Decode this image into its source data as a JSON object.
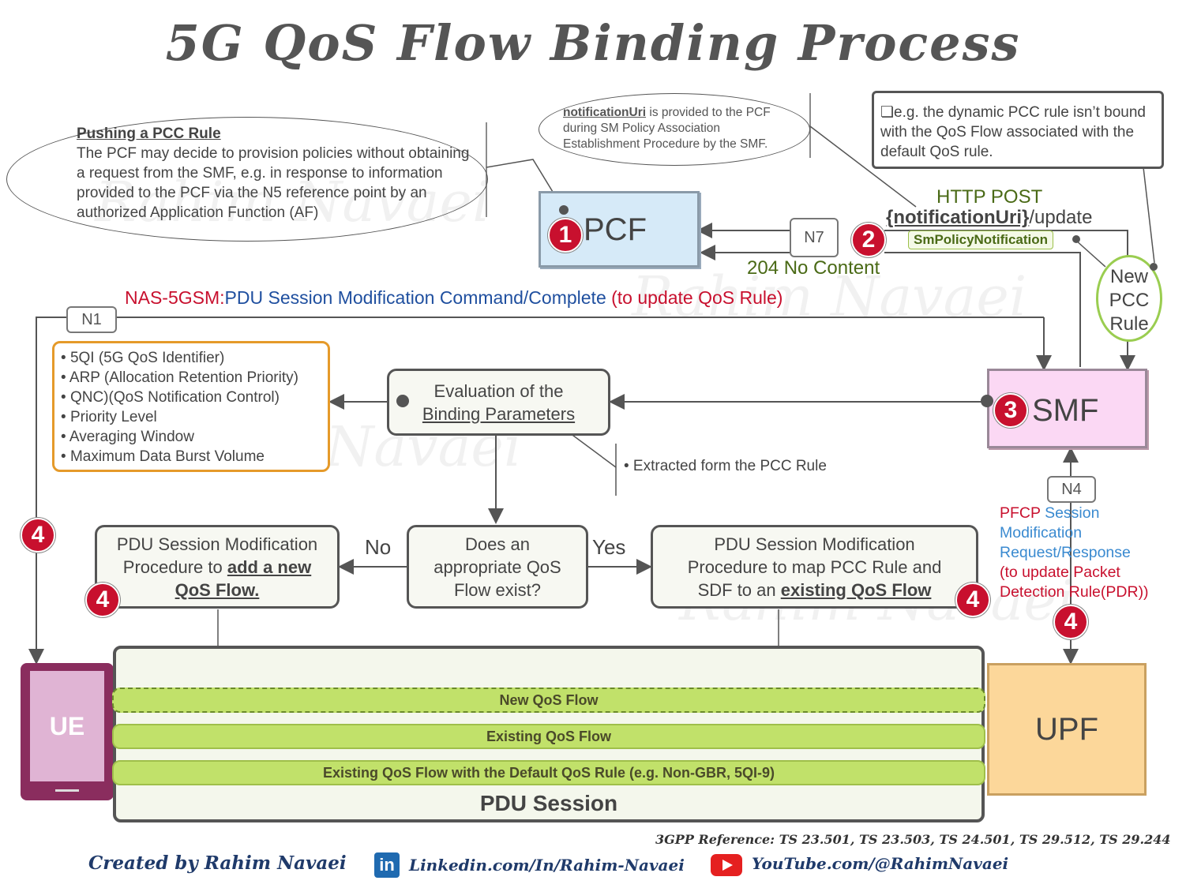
{
  "title": "5G QoS Flow Binding Process",
  "colors": {
    "red": "#c8102e",
    "flow_green": "#c1e16a",
    "pcf_blue": "#d6eaf8",
    "smf_pink": "#fbd8f4",
    "upf_orange": "#fcd79a",
    "ue_purple": "#8a2d5e",
    "orange_border": "#e59a2a"
  },
  "callouts": {
    "pushing": {
      "title": "Pushing a PCC Rule",
      "body": "The PCF may decide to provision policies without obtaining a request from the SMF, e.g. in response to information provided to the PCF via the N5 reference point by an authorized Application Function (AF)"
    },
    "notification": {
      "term": "notificationUri",
      "rest": " is provided to the PCF during SM Policy Association Establishment  Procedure by the SMF."
    },
    "example": "e.g. the dynamic PCC rule isn’t bound with the QoS Flow associated with the default QoS rule."
  },
  "nodes": {
    "pcf": "PCF",
    "smf": "SMF",
    "upf": "UPF",
    "ue": "UE",
    "new_pcc_rule": [
      "New",
      "PCC",
      "Rule"
    ],
    "evaluation": {
      "line1": "Evaluation of the",
      "line2": "Binding Parameters"
    },
    "decision": {
      "line1": "Does an",
      "line2": "appropriate QoS",
      "line3": "Flow exist?"
    },
    "add_new": {
      "line1": "PDU Session Modification",
      "line2a": "Procedure to ",
      "line2b": "add a new",
      "line3": "QoS Flow."
    },
    "map_existing": {
      "line1": "PDU Session Modification",
      "line2": "Procedure to map PCC Rule and",
      "line3a": "SDF to an ",
      "line3b": "existing QoS Flow"
    }
  },
  "params": [
    "5QI (5G QoS Identifier)",
    "ARP (Allocation Retention Priority)",
    "QNC)(QoS Notification Control)",
    "Priority Level",
    "Averaging Window",
    "Maximum  Data Burst Volume"
  ],
  "param_bullet": "•",
  "extracted_note": "• Extracted form the PCC Rule",
  "interfaces": {
    "n7": "N7",
    "n1": "N1",
    "n4": "N4"
  },
  "badges": {
    "one": "1",
    "two": "2",
    "three": "3",
    "four": "4"
  },
  "http": {
    "line1": "HTTP POST",
    "uri": "{notificationUri}",
    "suffix": "/update",
    "tag": "SmPolicyNotification",
    "response": "204 No Content"
  },
  "nas": {
    "prefix": "NAS-5GSM:",
    "cmd": "PDU Session Modification Command/Complete",
    "suffix": " (to update QoS Rule)"
  },
  "pfcp": {
    "a": "PFCP ",
    "b": "Session",
    "c": "Modification",
    "d": "Request/Response",
    "e": "(to update Packet",
    "f": "Detection Rule(PDR))"
  },
  "decision_labels": {
    "no": "No",
    "yes": "Yes"
  },
  "flows": [
    "New QoS Flow",
    "Existing QoS Flow",
    "Existing QoS Flow with the Default QoS Rule (e.g. Non-GBR, 5QI-9)"
  ],
  "pdu_session": "PDU Session",
  "reference": "3GPP Reference: TS 23.501, TS 23.503, TS 24.501, TS 29.512, TS 29.244",
  "footer": {
    "creator": "Created by Rahim Navaei",
    "linkedin_icon": "in",
    "linkedin": "Linkedin.com/In/Rahim-Navaei",
    "youtube": "YouTube.com/@RahimNavaei"
  },
  "watermark": "Rahim Navaei"
}
